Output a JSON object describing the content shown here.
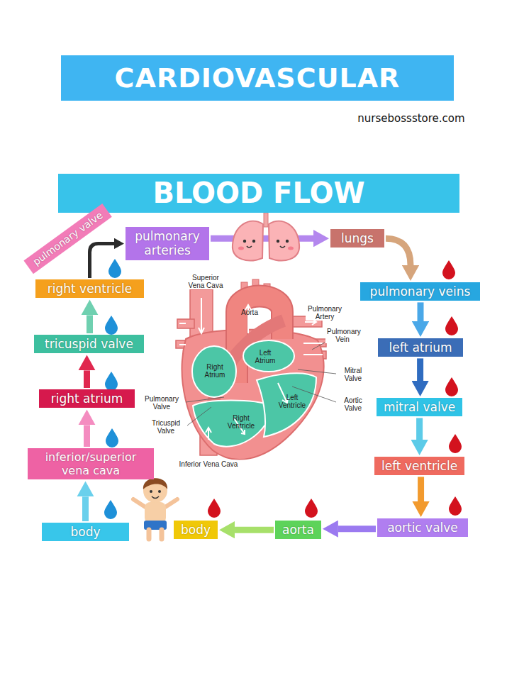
{
  "diagram": {
    "title": "CARDIOVASCULAR",
    "nodes": [
      {
        "text": [
          "body"
        ]
      },
      {
        "text": [
          "inferior/superior vena cava"
        ]
      },
      {
        "text": [
          "right atrium"
        ]
      },
      {
        "text": [
          "tricuspid valve"
        ]
      },
      {
        "text": [
          "right ventricle"
        ]
      },
      {
        "text": [
          "pulmonary valve"
        ]
      },
      {
        "text": [
          "pulmonary arteries"
        ]
      },
      {
        "text": [
          "lungs"
        ]
      },
      {
        "text": [
          "pulmonary veins"
        ]
      },
      {
        "text": [
          "left atrium"
        ]
      },
      {
        "text": [
          "mitral valve"
        ]
      },
      {
        "text": [
          "left ventricle"
        ]
      },
      {
        "text": [
          "aortic valve"
        ]
      },
      {
        "text": [
          "aorta"
        ]
      },
      {
        "text": [
          "body"
        ]
      }
    ],
    "edges": [
      {
        "from": 0,
        "to": 1,
        "arrow": "to"
      },
      {
        "from": 1,
        "to": 2,
        "arrow": "to"
      },
      {
        "from": 2,
        "to": 3,
        "arrow": "to"
      },
      {
        "from": 3,
        "to": 4,
        "arrow": "to"
      },
      {
        "from": 4,
        "to": 6,
        "arrow": "to"
      },
      {
        "from": 6,
        "to": 7,
        "arrow": "to"
      },
      {
        "from": 7,
        "to": 8,
        "arrow": "to"
      },
      {
        "from": 8,
        "to": 9,
        "arrow": "to"
      },
      {
        "from": 9,
        "to": 10,
        "arrow": "to"
      },
      {
        "from": 10,
        "to": 11,
        "arrow": "to"
      },
      {
        "from": 11,
        "to": 12,
        "arrow": "to"
      },
      {
        "from": 12,
        "to": 13,
        "arrow": "to"
      },
      {
        "from": 13,
        "to": 14,
        "arrow": "to"
      }
    ],
    "labels": [
      "nursebossstore.com",
      "BLOOD FLOW",
      "Superior Vena Cava",
      "Aorta",
      "Pulmonary Artery",
      "Pulmonary Vein",
      "Left Atrium",
      "Mitral Valve",
      "Right Atrium",
      "Left Ventricle",
      "Aortic Valve",
      "Pulmonary Valve",
      "Right Ventricle",
      "Tricuspid Valve",
      "Inferior Vena Cava"
    ]
  }
}
